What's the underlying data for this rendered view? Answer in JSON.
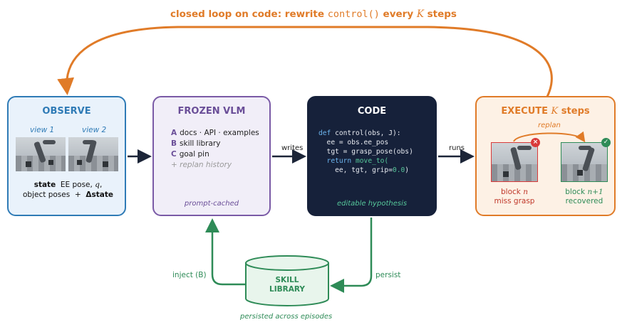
{
  "top_caption": {
    "prefix": "closed loop on code: rewrite ",
    "code": "control()",
    "middle": " every ",
    "var": "K",
    "suffix": " steps"
  },
  "observe": {
    "title": "OBSERVE",
    "view1": "view 1",
    "view2": "view 2",
    "state_label": "state",
    "state_line1_rest": "EE pose,",
    "q_symbol": "q",
    "state_line2_a": "object poses",
    "plus": "+",
    "delta_state": "Δstate"
  },
  "vlm": {
    "title": "FROZEN VLM",
    "items": [
      {
        "key": "A",
        "text": "docs · API · examples"
      },
      {
        "key": "B",
        "text": "skill library"
      },
      {
        "key": "C",
        "text": "goal pin"
      }
    ],
    "extra": "+ replan history",
    "footer": "prompt-cached"
  },
  "code": {
    "title": "CODE",
    "footer": "editable hypothesis",
    "line1_kw": "def",
    "line1_rest": " control(obs, J):",
    "line2": "  ee = obs.ee_pos",
    "line3": "  tgt = grasp_pose(obs)",
    "line4_kw": "  return",
    "line4_fn": " move_to(",
    "line5_a": "    ee, tgt, grip=",
    "line5_num": "0.0",
    "line5_b": ")"
  },
  "execute": {
    "title_prefix": "EXECUTE",
    "title_var": "K",
    "title_suffix": "steps",
    "replan": "replan",
    "fail_badge": "×",
    "ok_badge": "✓",
    "fail_caption_a": "block",
    "fail_caption_var": "n",
    "fail_caption_b": "miss grasp",
    "ok_caption_a": "block",
    "ok_caption_var": "n+1",
    "ok_caption_b": "recovered"
  },
  "edges": {
    "writes": "writes",
    "runs": "runs",
    "inject": "inject (B)",
    "persist": "persist"
  },
  "skill_library": {
    "line1": "SKILL",
    "line2": "LIBRARY",
    "caption": "persisted across episodes"
  },
  "colors": {
    "observe": "#2f7bb6",
    "vlm": "#7a5aa6",
    "code_bg": "#16213a",
    "execute": "#e07b28",
    "green": "#2e8b57",
    "red": "#d93a3a"
  }
}
